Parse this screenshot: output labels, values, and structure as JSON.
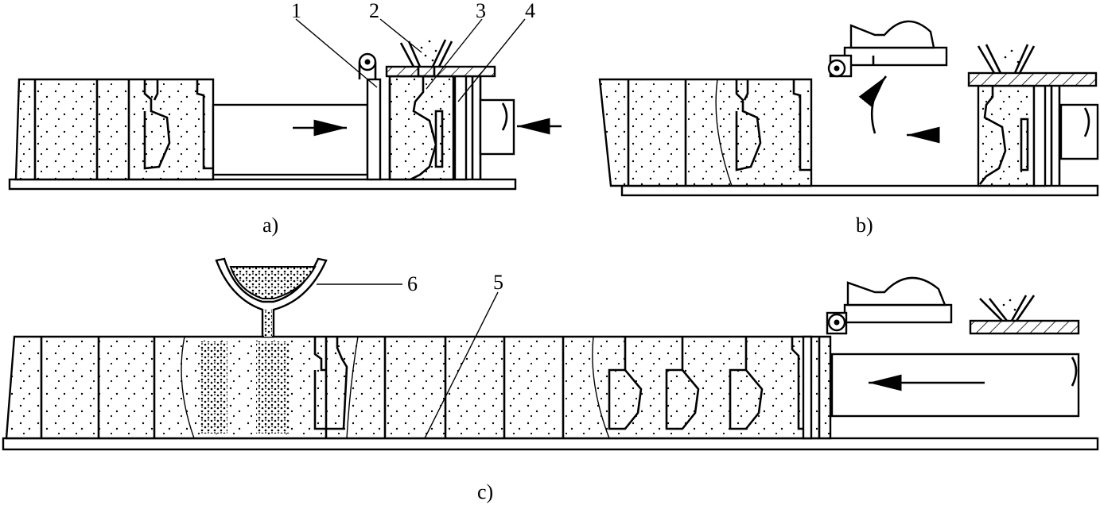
{
  "callouts": {
    "n1": "1",
    "n2": "2",
    "n3": "3",
    "n4": "4",
    "n5": "5",
    "n6": "6"
  },
  "captions": {
    "a": "a)",
    "b": "b)",
    "c": "c)"
  },
  "colors": {
    "ink": "#000000",
    "paper": "#ffffff"
  }
}
